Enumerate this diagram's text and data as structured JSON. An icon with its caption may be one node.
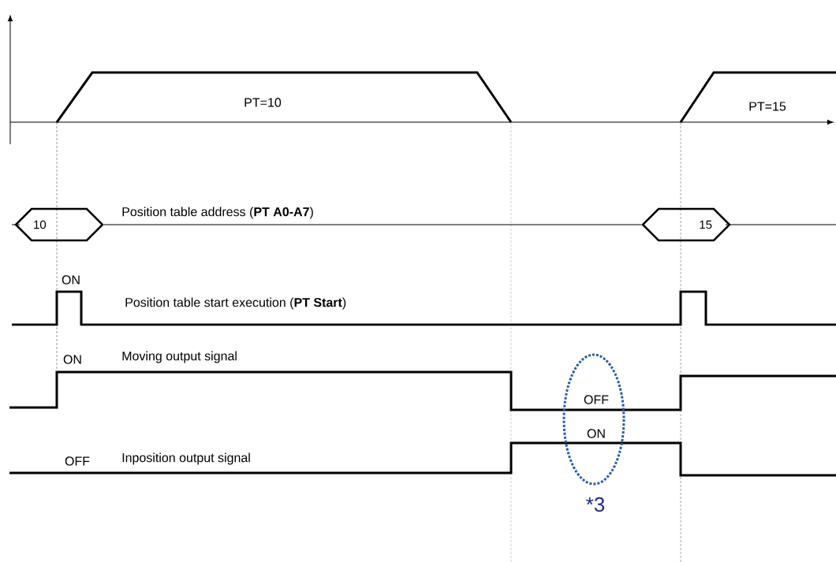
{
  "diagram": {
    "nodes": [
      {
        "text": [
          "10"
        ]
      },
      {
        "text": [
          "15"
        ]
      }
    ],
    "edges": [
      {
        "from": 0,
        "to": 1,
        "arrow": "none"
      }
    ],
    "labels": [
      "PT=10",
      "PT=15",
      "Position table address (**PT A0-A7**)",
      "ON",
      "Position table start execution (**PT Start**)",
      "ON",
      "Moving output signal",
      "OFF",
      "ON",
      "OFF",
      "Inposition output signal",
      "*3"
    ]
  }
}
